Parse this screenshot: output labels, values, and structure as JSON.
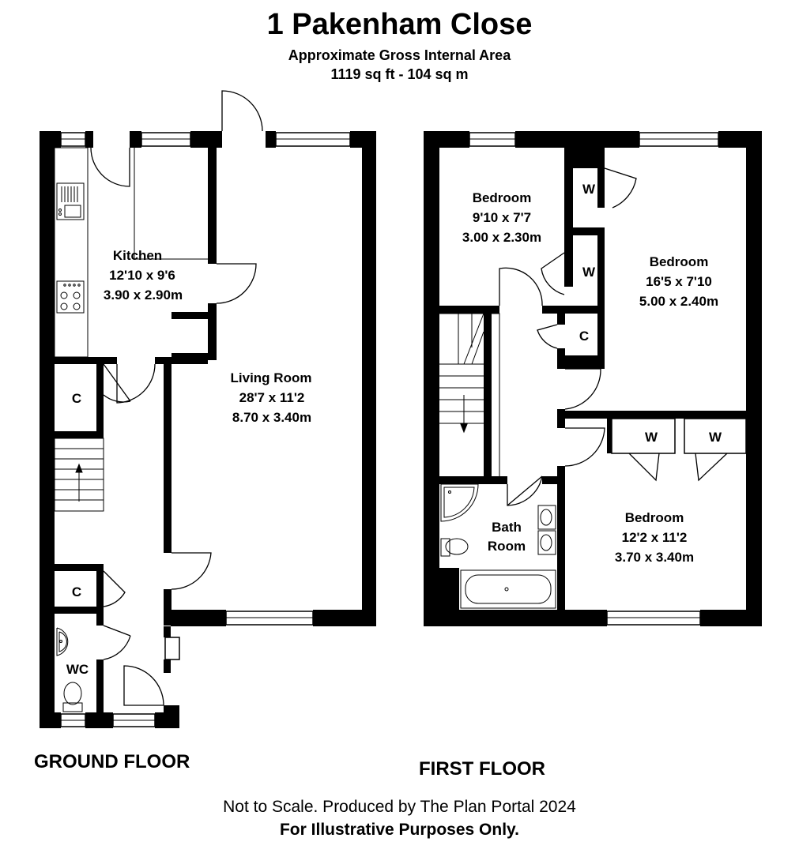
{
  "header": {
    "title": "1 Pakenham Close",
    "area_label": "Approximate Gross Internal Area",
    "area_value": "1119 sq ft - 104 sq m"
  },
  "floors": {
    "ground": {
      "label": "GROUND FLOOR",
      "rooms": {
        "kitchen": {
          "name": "Kitchen",
          "imperial": "12'10 x 9'6",
          "metric": "3.90 x 2.90m"
        },
        "living": {
          "name": "Living Room",
          "imperial": "28'7 x 11'2",
          "metric": "8.70 x 3.40m"
        },
        "cupboard_upper": {
          "name": "C"
        },
        "cupboard_lower": {
          "name": "C"
        },
        "wc": {
          "name": "WC"
        }
      }
    },
    "first": {
      "label": "FIRST FLOOR",
      "rooms": {
        "bedroom_small": {
          "name": "Bedroom",
          "imperial": "9'10 x 7'7",
          "metric": "3.00 x 2.30m"
        },
        "bedroom_main": {
          "name": "Bedroom",
          "imperial": "16'5 x 7'10",
          "metric": "5.00 x 2.40m"
        },
        "bedroom_rear": {
          "name": "Bedroom",
          "imperial": "12'2 x 11'2",
          "metric": "3.70 x 3.40m"
        },
        "bathroom": {
          "line1": "Bath",
          "line2": "Room"
        },
        "wardrobe_1": {
          "name": "W"
        },
        "wardrobe_2": {
          "name": "W"
        },
        "wardrobe_3": {
          "name": "W"
        },
        "wardrobe_4": {
          "name": "W"
        },
        "cupboard": {
          "name": "C"
        }
      }
    }
  },
  "footer": {
    "disclaimer": "Not to Scale. Produced by The Plan Portal 2024",
    "notice": "For Illustrative Purposes Only."
  }
}
